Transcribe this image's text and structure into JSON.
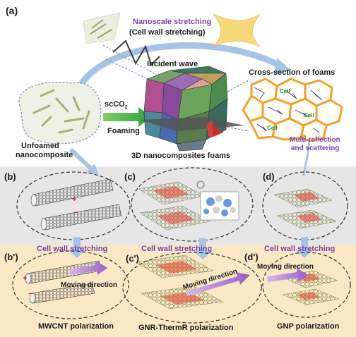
{
  "panel_a": {
    "label": "(a)",
    "nanoscale_title": "Nanoscale stretching",
    "nanoscale_sub": "(Cell wall stretching)",
    "incident_wave": "Incident wave",
    "cross_section": "Cross-section of foams",
    "sco2": "scCO",
    "sco2_sub": "2",
    "foaming": "Foaming",
    "unfoamed_1": "Unfoamed",
    "unfoamed_2": "nanocomposite",
    "foams_3d": "3D nanocomposites foams",
    "multi_1": "Multi-reflection",
    "multi_2": "and scattering",
    "cell": "Cell"
  },
  "panels": {
    "b": "(b)",
    "c": "(c)",
    "d": "(d)",
    "b2": "(b')",
    "c2": "(c')",
    "d2": "(d')"
  },
  "stretch_label": "Cell wall stretching",
  "moving_direction": "Moving direction",
  "captions": {
    "mwcnt": "MWCNT polarization",
    "gnr": "GNR-ThermR polarization",
    "gnp": "GNP polarization"
  },
  "colors": {
    "purple_text": "#7a3fb0",
    "gray_panel": "#e6e6e6",
    "cream_panel": "#f8e8c4",
    "cell_orange": "#f0a030",
    "arrow_blue": "#a8c4e4",
    "green_arrow": "#4cb648"
  }
}
